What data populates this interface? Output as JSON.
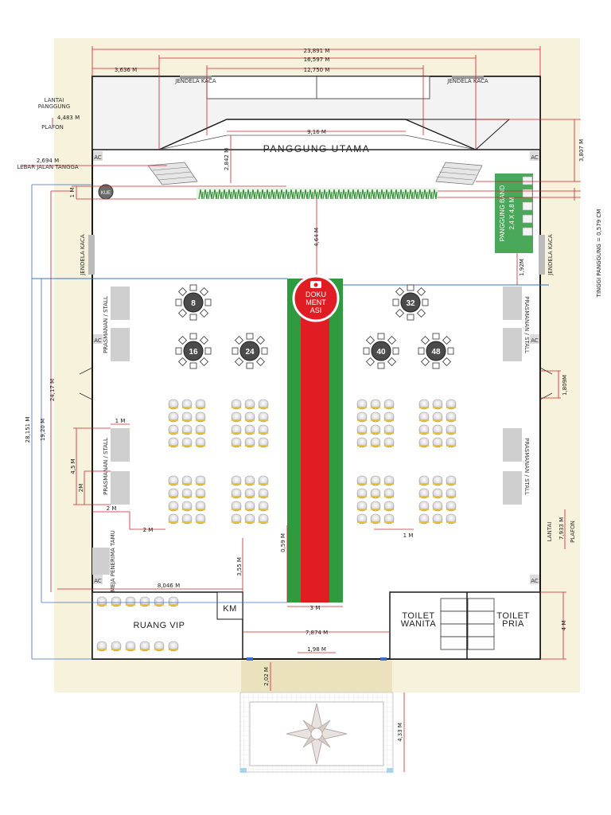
{
  "dimensions": {
    "total_width": "23,891 M",
    "width_b": "16,597 M",
    "width_c": "12,750 M",
    "left_offset": "3,636 M",
    "stage_width": "9,16 M",
    "stage_depth": "2,842 M",
    "stage_right": "3,807 M",
    "stage_height": "TINGGI PANGGUNG = 0,579 CM",
    "stair_width": "2,694 M",
    "stair_width_caption": "LEBAR JALAN TANGGA",
    "floor_ceiling_left_value": "4,483 M",
    "total_depth": "28,151 M",
    "depth_b": "24,17 M",
    "depth_c": "19,20 M",
    "grass_offset": "1 M",
    "stage_to_carpet": "4,64 M",
    "band_gap": "1,92M",
    "door_right": "1,809M",
    "stall_width": "1 M",
    "stall_depth": "4,5 M",
    "stall_unit": "2M",
    "stall_gap": "2 M",
    "stall_to_chairs": "2 M",
    "vip_height": "3,55 M",
    "carpet_margin": "0,59 M",
    "carpet_width": "3 M",
    "chair_gap": "1 M",
    "vip_width": "8,046 M",
    "vip_toilet_gap": "7,874 M",
    "entrance_width": "1,98 M",
    "entrance_depth": "2,02 M",
    "terrace_depth": "4,33 M",
    "toilet_depth": "4 M",
    "floor_ceiling_right_value": "7,933 M"
  },
  "labels": {
    "stage": "PANGGUNG UTAMA",
    "floor_left": "LANTAI",
    "stage_floor": "PANGGUNG",
    "ceiling_left": "PLAFON",
    "window": "JENDELA KACA",
    "kue": "KUE",
    "ac": "AC",
    "band_title": "PANGGUNG BAND",
    "band_size": "2,4 X 4,8 M",
    "doc_line1": "DOKU",
    "doc_line2": "MENT",
    "doc_line3": "ASI",
    "stall": "PRASMANAN / STALL",
    "ruang_vip": "RUANG VIP",
    "km": "KM",
    "toilet_wanita_1": "TOILET",
    "toilet_wanita_2": "WANITA",
    "toilet_pria_1": "TOILET",
    "toilet_pria_2": "PRIA",
    "floor_right": "LANTAI",
    "ceiling_right": "PLAFON",
    "mesa": "MEJA PENERIMA TAMU"
  },
  "tables": {
    "t8": "8",
    "t16": "16",
    "t24": "24",
    "t32": "32",
    "t40": "40",
    "t48": "48"
  },
  "colors": {
    "background": "#f6f2dc",
    "carpet_green": "#2f9a3f",
    "carpet_red": "#e11d24",
    "band_green": "#4aa85a",
    "dimension": "#d0202a",
    "blue_dimension": "#3b6fc4",
    "chair_gold": "#e7c23a"
  },
  "icons": {
    "compass": "compass-rose-icon",
    "camera": "camera-icon",
    "grass": "grass-icon"
  }
}
